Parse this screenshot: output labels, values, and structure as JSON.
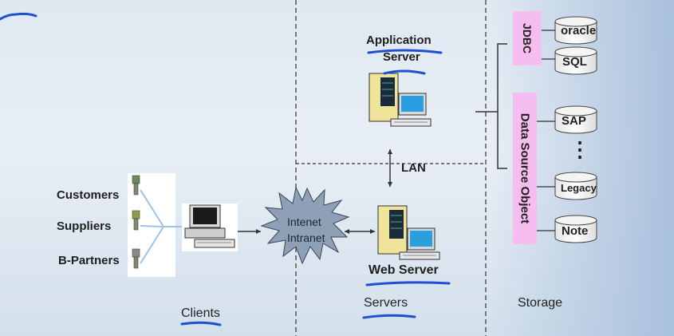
{
  "clients": {
    "items": [
      "Customers",
      "Suppliers",
      "B-Partners"
    ],
    "section_label": "Clients"
  },
  "network": {
    "line1": "Intenet",
    "line2": "Intranet"
  },
  "servers": {
    "app_server_line1": "Application",
    "app_server_line2": "Server",
    "lan": "LAN",
    "web_server": "Web Server",
    "section_label": "Servers"
  },
  "storage": {
    "jdbc": "JDBC",
    "dso": "Data Source Object",
    "dbs": [
      "oracle",
      "SQL",
      "SAP",
      "Legacy",
      "Note"
    ],
    "ellipsis": "⋮",
    "section_label": "Storage"
  },
  "colors": {
    "pink_box": "#f6bdf0",
    "annotation_ink": "#2050d0",
    "star_fill": "#8ea0b6"
  }
}
